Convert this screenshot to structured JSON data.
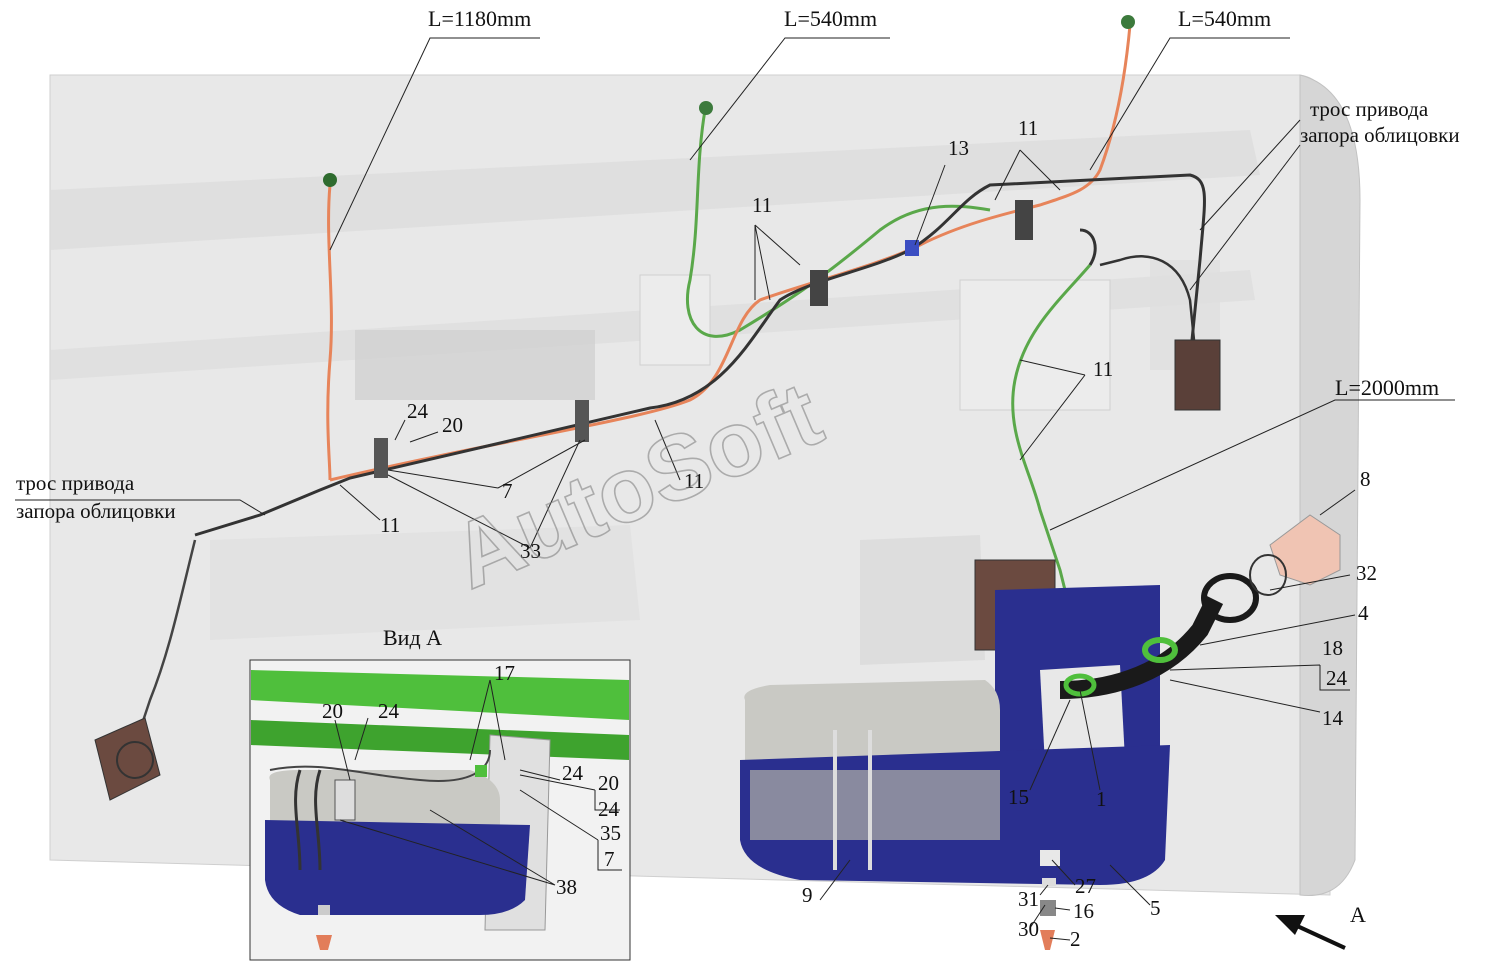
{
  "watermark": "AutoSoft",
  "view_title": "Вид А",
  "cable_label_line1": "трос привода",
  "cable_label_line2": "запора облицовки",
  "lengths": {
    "l1180": "L=1180mm",
    "l540a": "L=540mm",
    "l540b": "L=540mm",
    "l2000": "L=2000mm"
  },
  "callouts": {
    "n1": "1",
    "n2": "2",
    "n4": "4",
    "n5": "5",
    "n7": "7",
    "n8": "8",
    "n9": "9",
    "n11": "11",
    "n13": "13",
    "n14": "14",
    "n15": "15",
    "n16": "16",
    "n17": "17",
    "n18": "18",
    "n20": "20",
    "n24": "24",
    "n27": "27",
    "n30": "30",
    "n31": "31",
    "n32": "32",
    "n33": "33",
    "n35": "35",
    "n38": "38",
    "arrowA": "A"
  },
  "colors": {
    "cab": "#e6e6e6",
    "cab_shadow": "#c8c8c8",
    "tank": "#2a2f8f",
    "tank_light": "#c9c9c4",
    "frame_green": "#4fbf3c",
    "hose_green": "#5aa84a",
    "hose_orange": "#e7845a",
    "cable_dark": "#3a3a3a",
    "cap": "#f0c4b3"
  }
}
